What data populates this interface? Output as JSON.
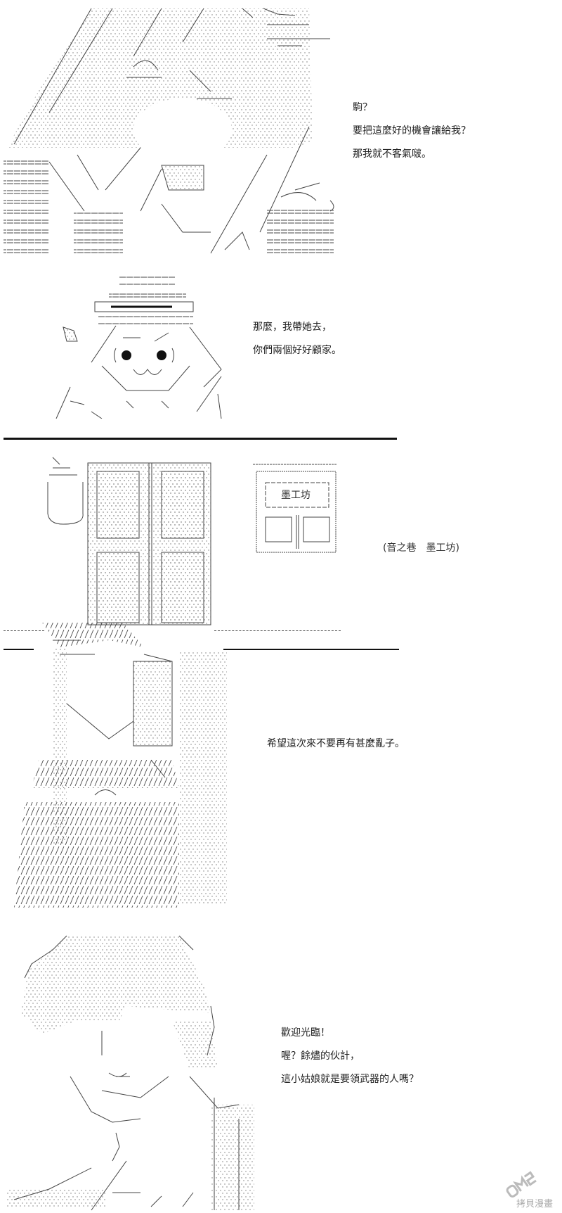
{
  "panels": [
    {
      "id": "panel-1",
      "dialogue": [
        "駒？",
        "要把這麼好的機會讓給我？",
        "那我就不客氣啵。"
      ]
    },
    {
      "id": "panel-2",
      "dialogue": [
        "那麼，我帶她去，",
        "你們兩個好好顧家。"
      ]
    },
    {
      "id": "panel-3",
      "sign": "墨工坊",
      "caption": "(音之巷　墨工坊)"
    },
    {
      "id": "panel-4",
      "dialogue": [
        "希望這次來不要再有甚麼亂子。"
      ]
    },
    {
      "id": "panel-5",
      "dialogue": [
        "歡迎光臨！",
        "喔？餘燼的伙計，",
        "這小姑娘就是要領武器的人嗎？"
      ]
    }
  ],
  "watermark": {
    "logo": "DMZJ",
    "text": "拷貝漫畫"
  },
  "colors": {
    "ink": "#222222",
    "rule": "#111111",
    "watermark": "#bbbbbb"
  }
}
